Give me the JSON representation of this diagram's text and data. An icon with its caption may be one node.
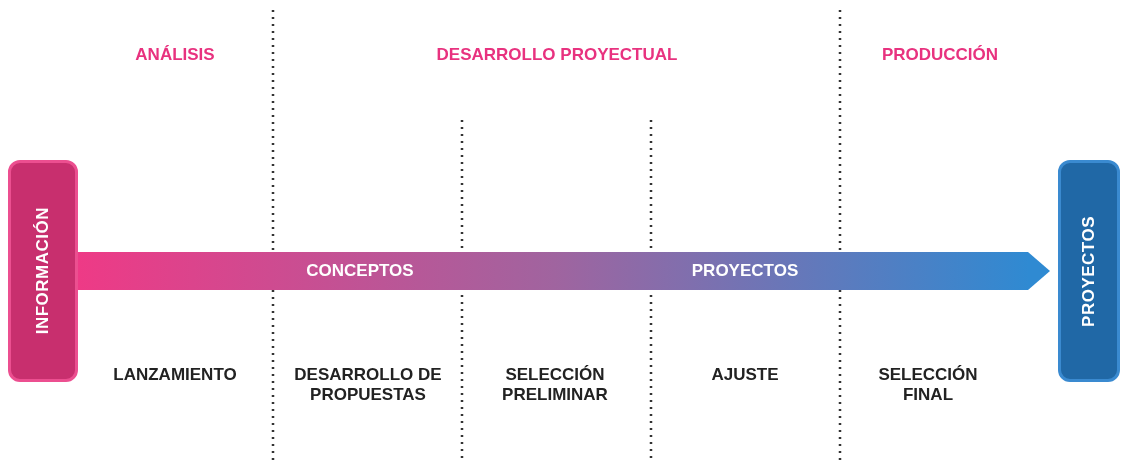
{
  "diagram": {
    "nodes": [
      {
        "text": [
          "INFORMACIÓN"
        ]
      },
      {
        "text": [
          "PROYECTOS"
        ]
      }
    ],
    "edges": [
      {
        "from": 0,
        "to": 1,
        "arrow": "to"
      }
    ],
    "labels": [
      "ANÁLISIS",
      "DESARROLLO PROYECTUAL",
      "PRODUCCIÓN",
      "CONCEPTOS",
      "PROYECTOS",
      "LANZAMIENTO",
      "DESARROLLO DE PROPUESTAS",
      "SELECCIÓN PRELIMINAR",
      "AJUSTE",
      "SELECCIÓN FINAL"
    ]
  }
}
